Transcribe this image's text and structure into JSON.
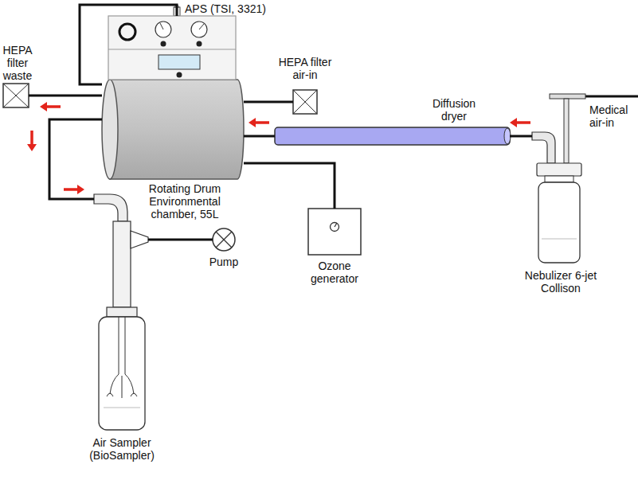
{
  "diagram": {
    "nodes": [
      {
        "text": [
          "APS (TSI, 3321)"
        ]
      },
      {
        "text": [
          "HEPA filter waste"
        ]
      },
      {
        "text": [
          "Rotating Drum Environmental chamber, 55L"
        ]
      },
      {
        "text": [
          "HEPA filter air-in"
        ]
      },
      {
        "text": [
          "Diffusion dryer"
        ]
      },
      {
        "text": [
          "Nebulizer 6-jet Collison"
        ]
      },
      {
        "text": [
          "Ozone generator"
        ]
      },
      {
        "text": [
          "Air Sampler (BioSampler)"
        ]
      },
      {
        "text": [
          "Pump"
        ]
      }
    ],
    "edges": [
      {
        "from": 0,
        "to": 2,
        "arrow": "none"
      },
      {
        "from": 2,
        "to": 1,
        "arrow": "to"
      },
      {
        "from": 2,
        "to": 7,
        "arrow": "to"
      },
      {
        "from": 3,
        "to": 2,
        "arrow": "none"
      },
      {
        "from": 4,
        "to": 2,
        "arrow": "to"
      },
      {
        "from": 5,
        "to": 4,
        "arrow": "to"
      },
      {
        "from": 2,
        "to": 6,
        "arrow": "none"
      },
      {
        "from": 7,
        "to": 8,
        "arrow": "none"
      }
    ],
    "labels": [
      "Medical air-in"
    ]
  }
}
